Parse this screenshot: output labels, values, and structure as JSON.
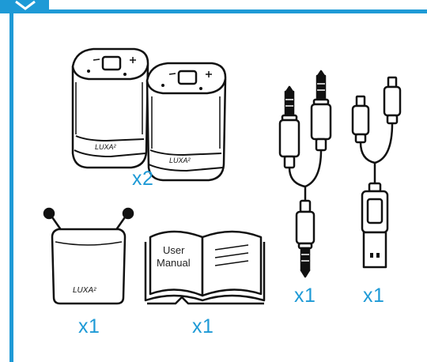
{
  "header": {
    "accent_color": "#1e9ad6",
    "icon": "chevron-down-icon"
  },
  "items": {
    "speakers": {
      "quantity": "x2",
      "brand": "LUXA²"
    },
    "audio_cable": {
      "quantity": "x1"
    },
    "usb_cable": {
      "quantity": "x1"
    },
    "pouch": {
      "quantity": "x1",
      "brand": "LUXA²"
    },
    "manual": {
      "quantity": "x1",
      "line1": "User",
      "line2": "Manual"
    }
  }
}
